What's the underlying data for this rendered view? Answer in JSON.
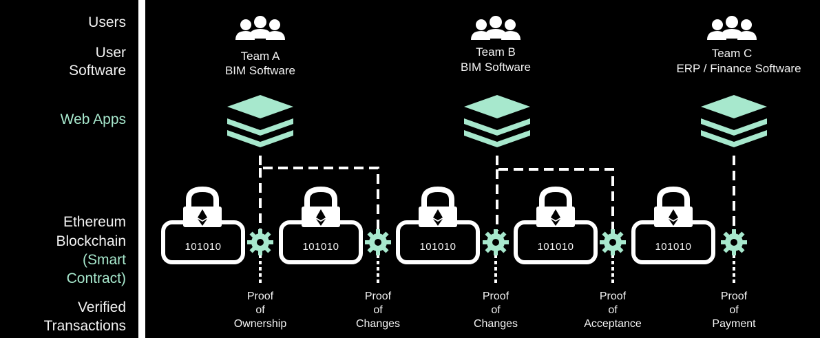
{
  "row_labels": {
    "users": "Users",
    "user_software_line1": "User",
    "user_software_line2": "Software",
    "web_apps": "Web Apps",
    "blockchain_line1": "Ethereum",
    "blockchain_line2": "Blockchain",
    "blockchain_line3": "(Smart",
    "blockchain_line4": "Contract)",
    "verified_line1": "Verified",
    "verified_line2": "Transactions"
  },
  "teams": [
    {
      "name": "Team A",
      "software": "BIM Software"
    },
    {
      "name": "Team B",
      "software": "BIM Software"
    },
    {
      "name": "Team C",
      "software": "ERP / Finance Software"
    }
  ],
  "blocks": [
    {
      "code": "101010"
    },
    {
      "code": "101010"
    },
    {
      "code": "101010"
    },
    {
      "code": "101010"
    },
    {
      "code": "101010"
    }
  ],
  "proofs": [
    {
      "line1": "Proof",
      "line2": "of",
      "line3": "Ownership"
    },
    {
      "line1": "Proof",
      "line2": "of",
      "line3": "Changes"
    },
    {
      "line1": "Proof",
      "line2": "of",
      "line3": "Changes"
    },
    {
      "line1": "Proof",
      "line2": "of",
      "line3": "Acceptance"
    },
    {
      "line1": "Proof",
      "line2": "of",
      "line3": "Payment"
    }
  ],
  "colors": {
    "accent": "#a7e8cd",
    "background": "#000000",
    "foreground": "#ffffff"
  },
  "icons": [
    "users-group-icon",
    "layers-stack-icon",
    "padlock-icon",
    "ethereum-icon",
    "gear-icon"
  ]
}
